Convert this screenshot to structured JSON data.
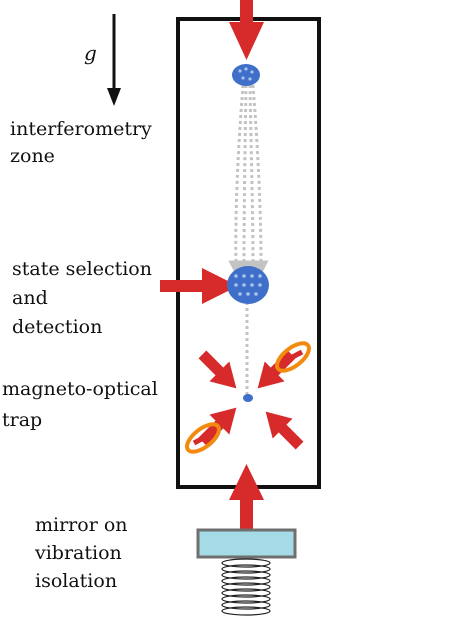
{
  "gravity": {
    "symbol": "g"
  },
  "labels": {
    "interferometry": [
      "interferometry",
      "zone"
    ],
    "state_selection": [
      "state selection",
      "and",
      "detection"
    ],
    "mot": [
      "magneto-optical",
      "trap"
    ],
    "mirror": [
      "mirror on",
      "vibration",
      "isolation"
    ]
  },
  "colors": {
    "laser": "#d72a2a",
    "atom": "#3f6fc9",
    "atom_dot": "#a9c4ef",
    "coil": "#f28a10",
    "mirror": "#a5dbe6",
    "trajectory": "#c3c3c3",
    "chamber": "#111111"
  }
}
